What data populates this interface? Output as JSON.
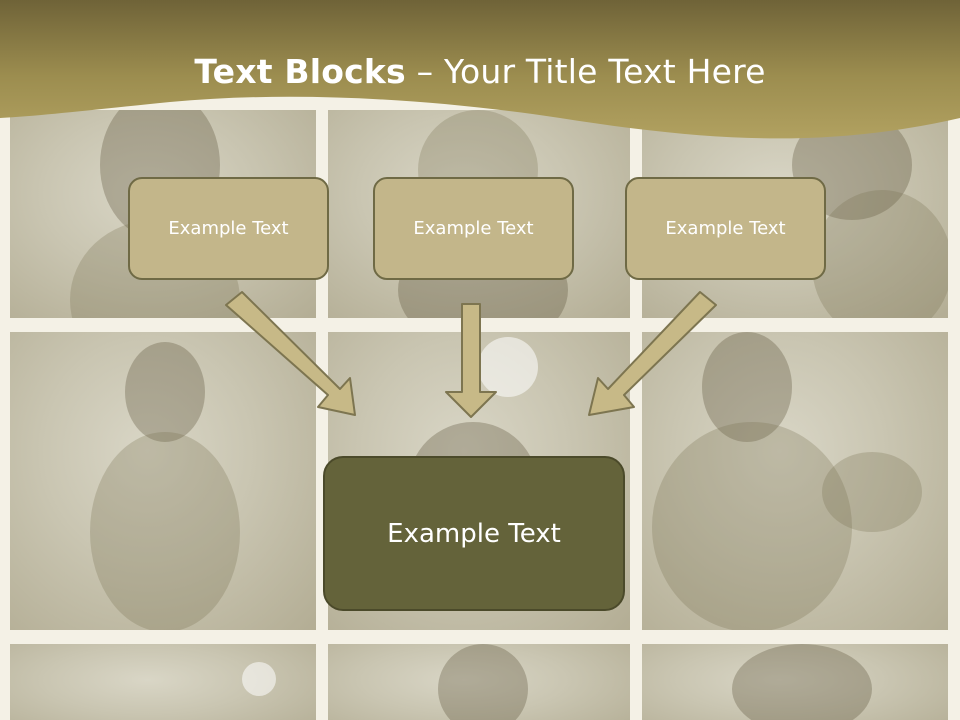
{
  "slide": {
    "title_bold": "Text Blocks",
    "title_separator": " – ",
    "title_rest": "Your Title Text Here"
  },
  "blocks": [
    {
      "label": "Example Text"
    },
    {
      "label": "Example Text"
    },
    {
      "label": "Example Text"
    }
  ],
  "target_block": {
    "label": "Example Text"
  },
  "colors": {
    "header": "#9c8d4f",
    "small_box_fill": "#c3b68a",
    "small_box_border": "#6f6a45",
    "target_fill": "#64633a",
    "arrow_fill": "#c7b987",
    "arrow_stroke": "#7d7550",
    "grid_gap": "#f4f1e6"
  },
  "background_images": [
    "basketball-player-photo",
    "tennis-player-photo",
    "tennis-racket-player-photo",
    "fitness-woman-photo",
    "soccer-ball-player-photo",
    "muscular-man-photo",
    "golf-ball-photo",
    "sports-player-photo",
    "sneakers-photo"
  ]
}
